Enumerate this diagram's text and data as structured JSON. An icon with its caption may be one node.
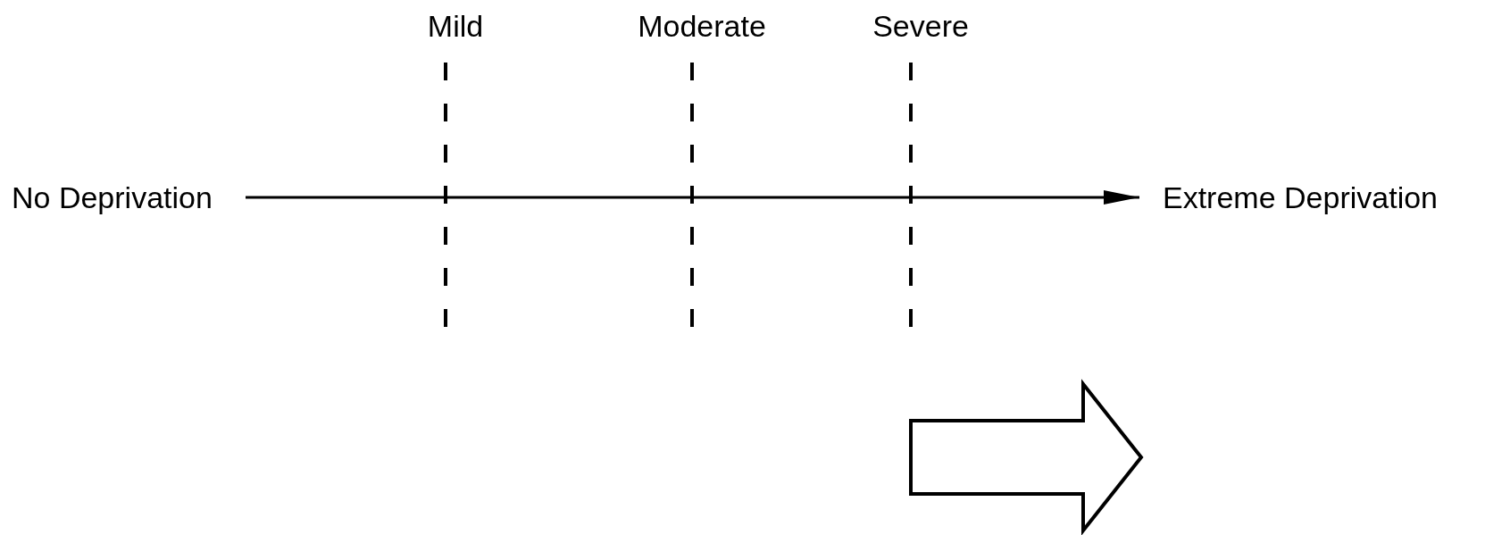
{
  "diagram": {
    "nodes": [
      {
        "text": [
          "No Deprivation"
        ]
      },
      {
        "text": [
          "Extreme Deprivation"
        ]
      }
    ],
    "edges": [
      {
        "from": 0,
        "to": 1,
        "arrow": "to"
      }
    ],
    "labels": [
      "Mild",
      "Moderate",
      "Severe"
    ]
  }
}
